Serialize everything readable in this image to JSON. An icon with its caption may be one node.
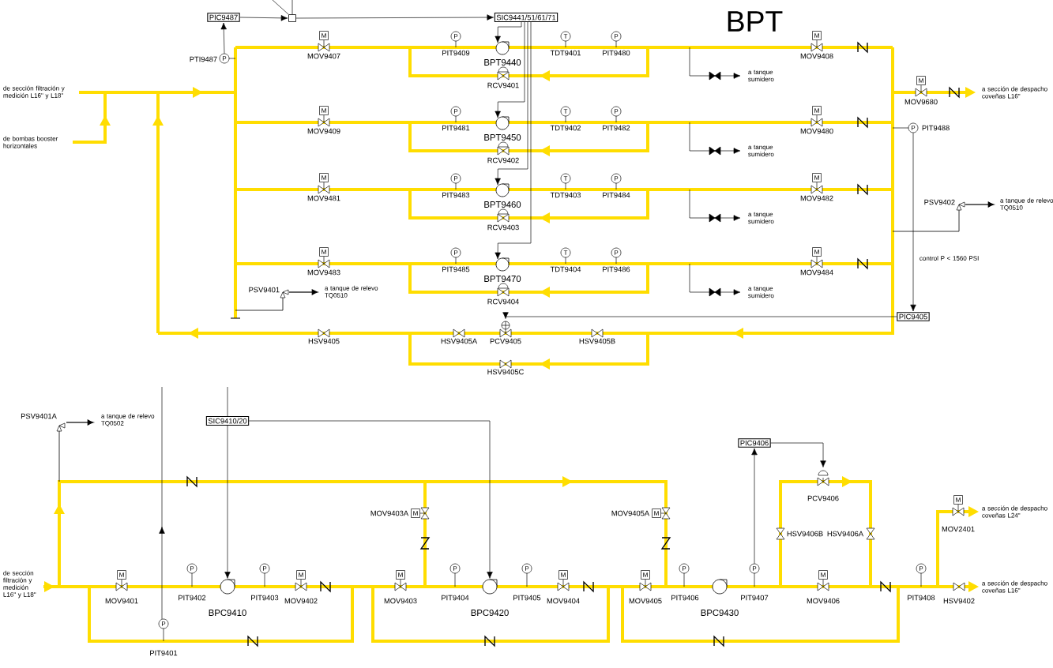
{
  "diagram": {
    "title": "BPT",
    "nodes": [
      {
        "text": [
          "PIC9487"
        ]
      },
      {
        "text": [],
        "shape": "box"
      },
      {
        "text": [
          "SIC9441/51/61/71"
        ]
      },
      {
        "text": [
          "PIC9405"
        ]
      },
      {
        "text": [
          "SIC9410/20"
        ]
      },
      {
        "text": [
          "PIC9406"
        ]
      },
      {
        "text": [
          "P"
        ],
        "beside": [
          "PTI9487"
        ]
      },
      {
        "text": [],
        "shape": "pump",
        "beside": [
          "BPT9440"
        ]
      },
      {
        "text": [],
        "shape": "pump",
        "beside": [
          "BPT9450"
        ]
      },
      {
        "text": [],
        "shape": "pump",
        "beside": [
          "BPT9460"
        ]
      },
      {
        "text": [],
        "shape": "pump",
        "beside": [
          "BPT9470"
        ]
      },
      {
        "text": [],
        "shape": "valve",
        "beside": [
          "PCV9405"
        ]
      },
      {
        "text": [
          "P"
        ],
        "beside": [
          "PIT9488"
        ]
      },
      {
        "text": [],
        "shape": "pump",
        "beside": [
          "BPC9410"
        ]
      },
      {
        "text": [],
        "shape": "pump",
        "beside": [
          "BPC9420"
        ]
      },
      {
        "text": [
          "P"
        ],
        "beside": [
          "PIT9407"
        ]
      },
      {
        "text": [],
        "shape": "valve",
        "beside": [
          "PCV9406"
        ]
      },
      {
        "text": [],
        "shape": "pump",
        "beside": [
          "BPC9430"
        ]
      }
    ],
    "edges": [
      {
        "from": 0,
        "to": 1,
        "arrow": "to"
      },
      {
        "from": 1,
        "to": 2,
        "arrow": "to"
      },
      {
        "from": null,
        "to": 1,
        "arrow": "none"
      },
      {
        "from": null,
        "to": 1,
        "arrow": "none"
      },
      {
        "from": 6,
        "to": 0,
        "arrow": "to"
      },
      {
        "from": 2,
        "to": 7,
        "arrow": "to"
      },
      {
        "from": 2,
        "to": 8,
        "arrow": "to"
      },
      {
        "from": 2,
        "to": 9,
        "arrow": "to"
      },
      {
        "from": 2,
        "to": 10,
        "arrow": "to"
      },
      {
        "from": 3,
        "to": 11,
        "arrow": "to"
      },
      {
        "from": 12,
        "to": 3,
        "arrow": "to"
      },
      {
        "from": null,
        "to": 4,
        "arrow": "none"
      },
      {
        "from": 4,
        "to": 13,
        "arrow": "to"
      },
      {
        "from": 4,
        "to": 14,
        "arrow": "to"
      },
      {
        "from": 15,
        "to": 5,
        "arrow": "to"
      },
      {
        "from": 5,
        "to": 16,
        "arrow": "to"
      }
    ],
    "labels": [
      "de sección filtración y medición L16\" y L18\"",
      "de bombas booster horizontales",
      "M",
      "MOV9407",
      "P",
      "PIT9409",
      "T",
      "TDT9401",
      "P",
      "PIT9480",
      "RCV9401",
      "a tanque sumidero",
      "M",
      "MOV9408",
      "M",
      "MOV9409",
      "P",
      "PIT9481",
      "T",
      "TDT9402",
      "P",
      "PIT9482",
      "RCV9402",
      "a tanque sumidero",
      "M",
      "MOV9480",
      "M",
      "MOV9481",
      "P",
      "PIT9483",
      "T",
      "TDT9403",
      "P",
      "PIT9484",
      "RCV9403",
      "a tanque sumidero",
      "M",
      "MOV9482",
      "M",
      "MOV9483",
      "P",
      "PIT9485",
      "T",
      "TDT9404",
      "P",
      "PIT9486",
      "RCV9404",
      "a tanque sumidero",
      "M",
      "MOV9484",
      "M",
      "MOV9680",
      "a sección de despacho coveñas L16\"",
      "PSV9402",
      "a tanque de relevo TQ0510",
      "control P < 1560 PSI",
      "PSV9401",
      "a tanque de relevo TQ0510",
      "HSV9405",
      "HSV9405A",
      "HSV9405B",
      "HSV9405C",
      "PSV9401A",
      "a tanque de relevo TQ0502",
      "de sección filtración y medición L16\" y L18\"",
      "M",
      "MOV9401",
      "P",
      "PIT9402",
      "P",
      "PIT9403",
      "M",
      "MOV9402",
      "P",
      "PIT9401",
      "MOV9403A",
      "M",
      "M",
      "MOV9403",
      "P",
      "PIT9404",
      "P",
      "PIT9405",
      "M",
      "MOV9404",
      "MOV9405A",
      "M",
      "M",
      "MOV9405",
      "P",
      "PIT9406",
      "M",
      "MOV9406",
      "HSV9406B",
      "HSV9406A",
      "M",
      "MOV2401",
      "a sección de despacho coveñas L24\"",
      "P",
      "PIT9408",
      "HSV9402",
      "a sección de despacho coveñas L16\""
    ]
  }
}
